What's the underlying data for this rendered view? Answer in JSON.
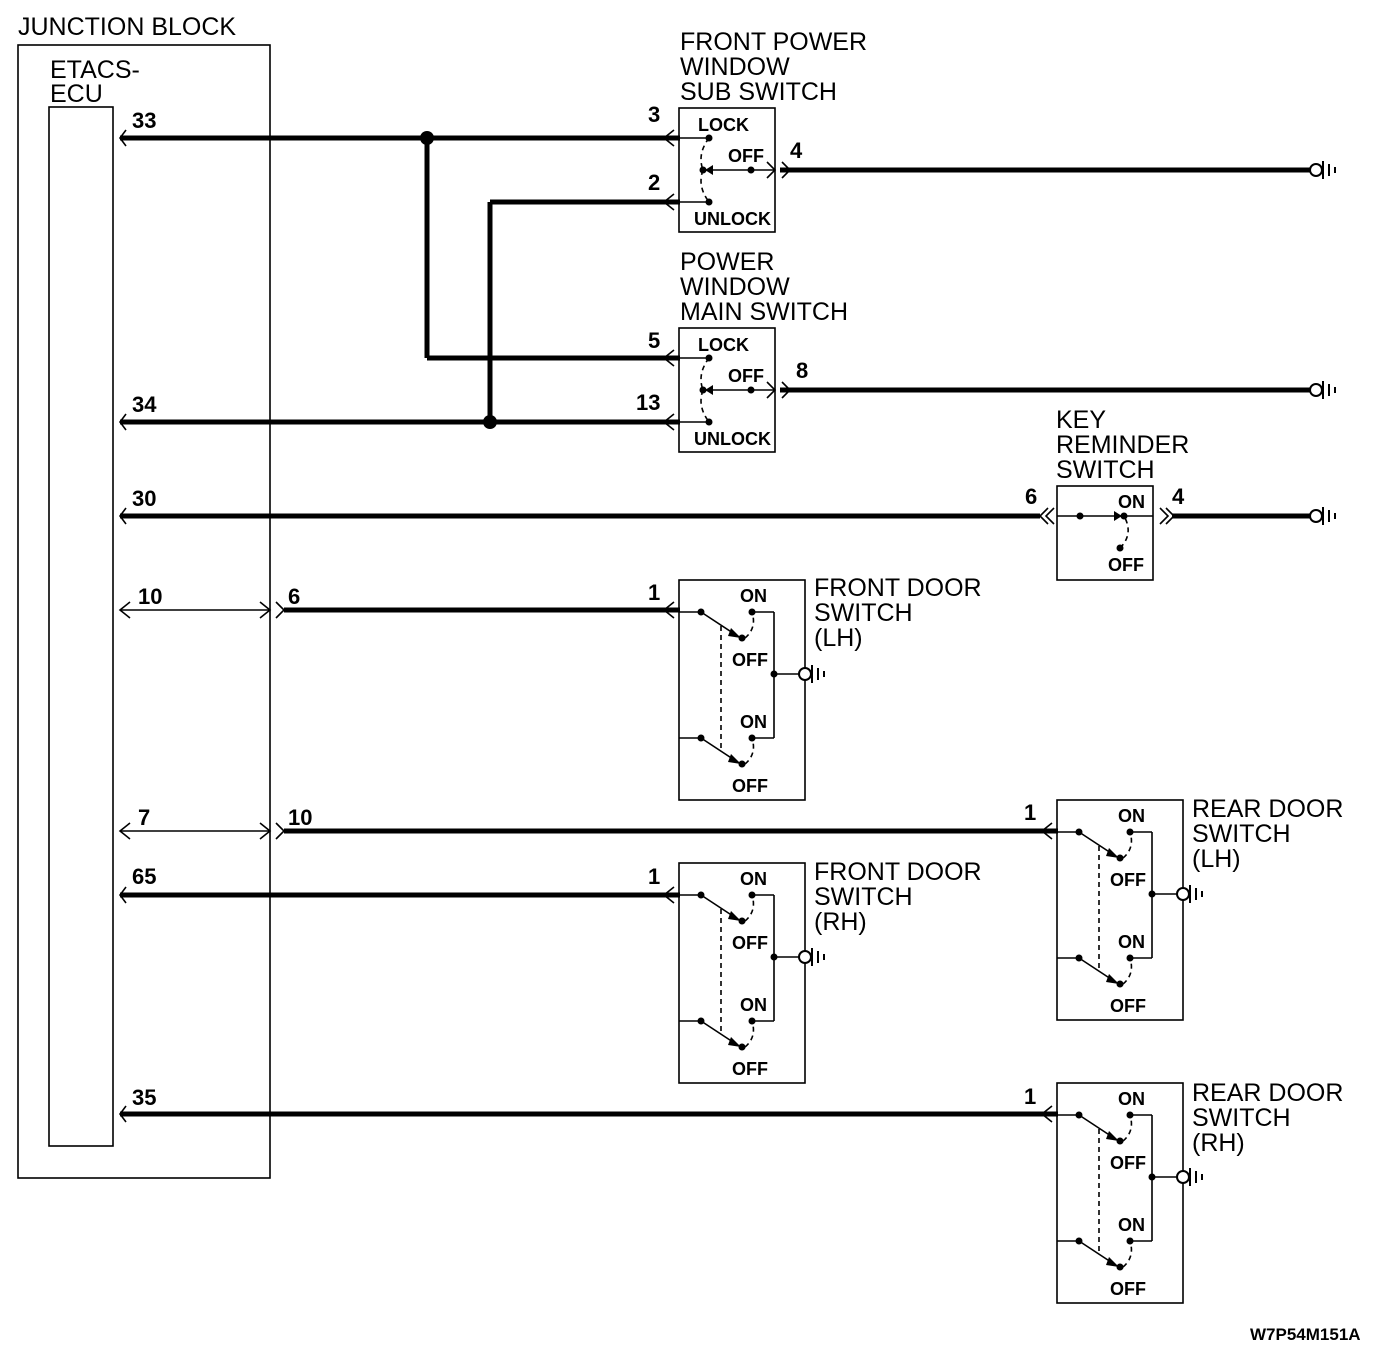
{
  "junction_block": {
    "label": "JUNCTION BLOCK",
    "ecu_label_line1": "ETACS-",
    "ecu_label_line2": "ECU"
  },
  "ecu_pins": {
    "p33": "33",
    "p34": "34",
    "p30": "30",
    "p10": "10",
    "p7": "7",
    "p65": "65",
    "p35": "35"
  },
  "jb_pins": {
    "p6": "6",
    "p10": "10"
  },
  "front_pw_sub_switch": {
    "title": [
      "FRONT POWER",
      "WINDOW",
      "SUB SWITCH"
    ],
    "pins": {
      "lock": "3",
      "unlock": "2",
      "out": "4"
    },
    "states": {
      "lock": "LOCK",
      "off": "OFF",
      "unlock": "UNLOCK"
    }
  },
  "pw_main_switch": {
    "title": [
      "POWER",
      "WINDOW",
      "MAIN SWITCH"
    ],
    "pins": {
      "lock": "5",
      "unlock": "13",
      "out": "8"
    },
    "states": {
      "lock": "LOCK",
      "off": "OFF",
      "unlock": "UNLOCK"
    }
  },
  "key_reminder_switch": {
    "title": [
      "KEY",
      "REMINDER",
      "SWITCH"
    ],
    "pins": {
      "in": "6",
      "out": "4"
    },
    "states": {
      "on": "ON",
      "off": "OFF"
    }
  },
  "front_door_lh": {
    "title": [
      "FRONT DOOR",
      "SWITCH",
      "(LH)"
    ],
    "pin": "1",
    "states": {
      "on": "ON",
      "off": "OFF"
    }
  },
  "rear_door_lh": {
    "title": [
      "REAR DOOR",
      "SWITCH",
      "(LH)"
    ],
    "pin": "1",
    "states": {
      "on": "ON",
      "off": "OFF"
    }
  },
  "front_door_rh": {
    "title": [
      "FRONT DOOR",
      "SWITCH",
      "(RH)"
    ],
    "pin": "1",
    "states": {
      "on": "ON",
      "off": "OFF"
    }
  },
  "rear_door_rh": {
    "title": [
      "REAR DOOR",
      "SWITCH",
      "(RH)"
    ],
    "pin": "1",
    "states": {
      "on": "ON",
      "off": "OFF"
    }
  },
  "figure_code": "W7P54M151A"
}
